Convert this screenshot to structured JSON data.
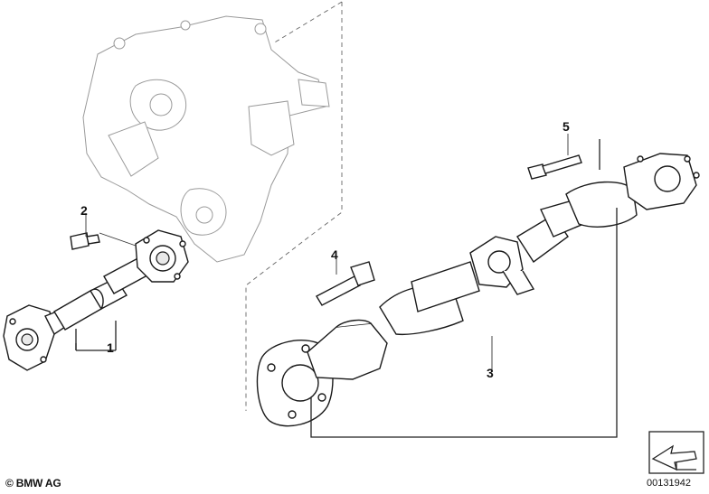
{
  "callouts": [
    {
      "id": "1",
      "label": "1"
    },
    {
      "id": "2",
      "label": "2"
    },
    {
      "id": "3",
      "label": "3"
    },
    {
      "id": "4",
      "label": "4"
    },
    {
      "id": "5",
      "label": "5"
    }
  ],
  "footer": {
    "copyright": "© BMW AG",
    "document_number": "00131942"
  }
}
